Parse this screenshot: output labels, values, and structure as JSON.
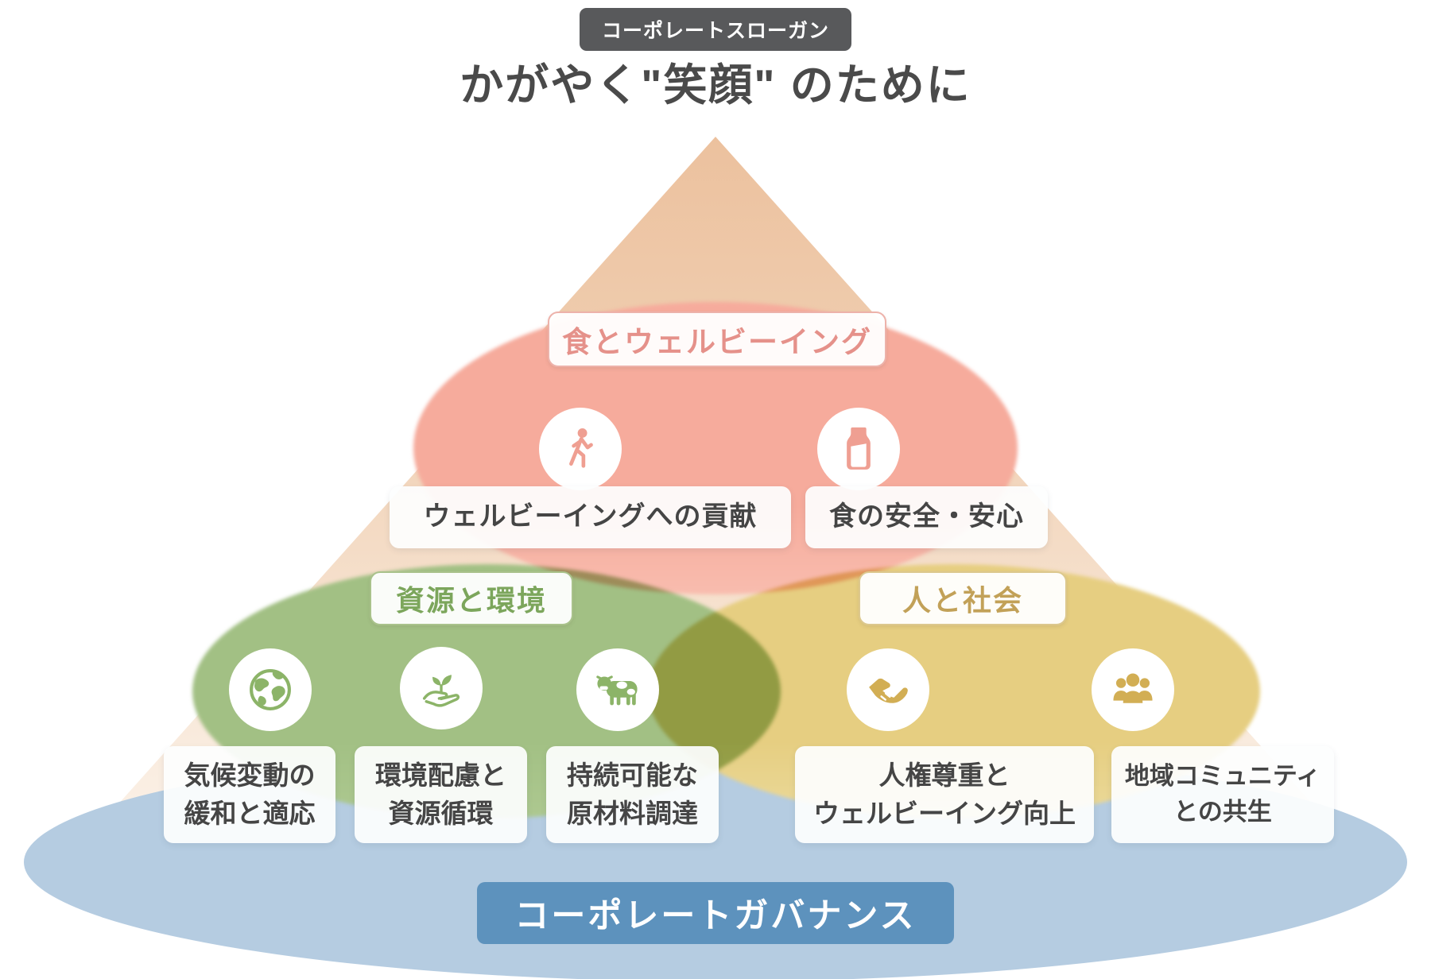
{
  "slogan_badge": "コーポレートスローガン",
  "title": "かがやく\"笑顔\" のために",
  "colors": {
    "badge_bg": "#58595b",
    "title_text": "#4a4a4a",
    "pyramid_top": "#ecc19e",
    "food_ellipse": "#f6ab9c",
    "environment_ellipse": "#a2c084",
    "society_ellipse": "#e6ce81",
    "governance_ellipse": "#b5cce1",
    "governance_button": "#5d92bd",
    "food_text": "#e5918a",
    "environment_text": "#7ca65c",
    "society_text": "#c2a158",
    "item_text": "#454545"
  },
  "categories": [
    {
      "id": "food",
      "label": "食とウェルビーイング",
      "icons": [
        "walking-person-icon",
        "milk-bottle-icon"
      ],
      "items": [
        "ウェルビーイングへの貢献",
        "食の安全・安心"
      ]
    },
    {
      "id": "environment",
      "label": "資源と環境",
      "icons": [
        "earth-icon",
        "sprout-hand-icon",
        "cow-icon"
      ],
      "items": [
        "気候変動の\n緩和と適応",
        "環境配慮と\n資源循環",
        "持続可能な\n原材料調達"
      ]
    },
    {
      "id": "society",
      "label": "人と社会",
      "icons": [
        "handshake-icon",
        "people-group-icon"
      ],
      "items": [
        "人権尊重と\nウェルビーイング向上",
        "地域コミュニティ\nとの共生"
      ]
    }
  ],
  "governance": {
    "label": "コーポレートガバナンス"
  }
}
